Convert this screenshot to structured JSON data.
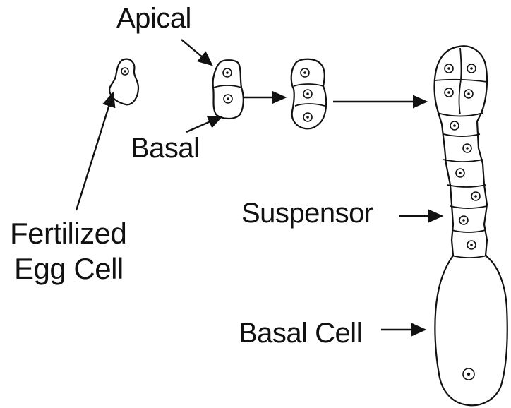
{
  "labels": {
    "apical": "Apical",
    "basal": "Basal",
    "fertilized_line1": "Fertilized",
    "fertilized_line2": "Egg Cell",
    "suspensor": "Suspensor",
    "basal_cell": "Basal Cell"
  },
  "colors": {
    "ink": "#111111",
    "background": "#ffffff"
  }
}
